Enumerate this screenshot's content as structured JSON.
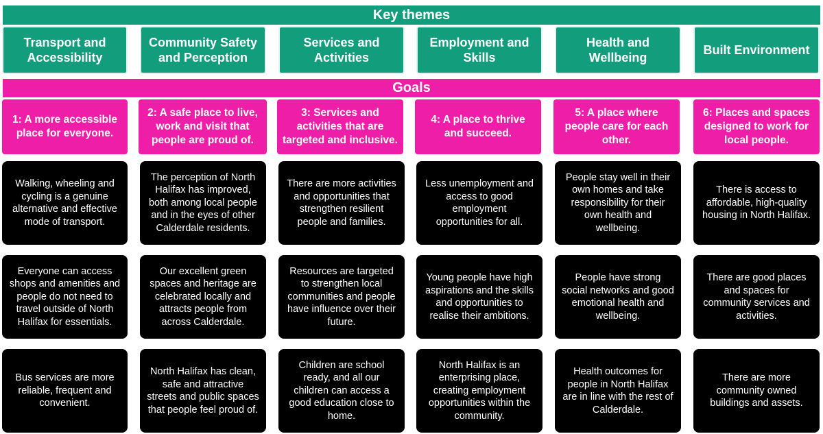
{
  "key_themes_heading": "Key themes",
  "goals_heading": "Goals",
  "themes": [
    "Transport and Accessibility",
    "Community Safety and Perception",
    "Services and Activities",
    "Employment and Skills",
    "Health and Wellbeing",
    "Built Environment"
  ],
  "goals": [
    "1: A more accessible place for everyone.",
    "2: A safe place to live, work and visit that people are proud of.",
    "3:  Services and activities that are targeted and inclusive.",
    "4:  A place to thrive and succeed.",
    "5:  A place where people care for each other.",
    "6:  Places and spaces designed to work for local people."
  ],
  "outcomes_row1": [
    "Walking, wheeling and cycling is a genuine alternative and effective mode of transport.",
    "The perception of North Halifax has improved, both among local people and in the eyes of other Calderdale residents.",
    "There are more activities and opportunities that strengthen resilient people and families.",
    "Less unemployment and access to good employment opportunities for all.",
    "People stay well in their own homes and take responsibility for their own health and wellbeing.",
    "There is access to affordable, high-quality housing in North Halifax."
  ],
  "outcomes_row2": [
    "Everyone can access shops and amenities and people do not need to travel outside of North Halifax for essentials.",
    "Our excellent green spaces and heritage are celebrated locally and attracts people from across Calderdale.",
    "Resources are targeted to strengthen local communities and people have influence over their future.",
    "Young people have high aspirations and the skills and opportunities to realise their ambitions.",
    "People have strong social networks and good emotional health and wellbeing.",
    "There are good places and spaces for community services and activities."
  ],
  "outcomes_row3": [
    "Bus services are more reliable, frequent and convenient.",
    "North Halifax has clean, safe and attractive streets and public spaces that people feel proud of.",
    "Children are school ready, and all our children can access a good education close to home.",
    "North Halifax is an enterprising place, creating employment opportunities within the community.",
    "Health outcomes for people in North Halifax are in line with the rest of Calderdale.",
    "There are more community owned buildings and assets."
  ],
  "colors": {
    "theme_green": "#129e7c",
    "goal_magenta": "#ee1ea9",
    "outcome_black": "#000000"
  }
}
